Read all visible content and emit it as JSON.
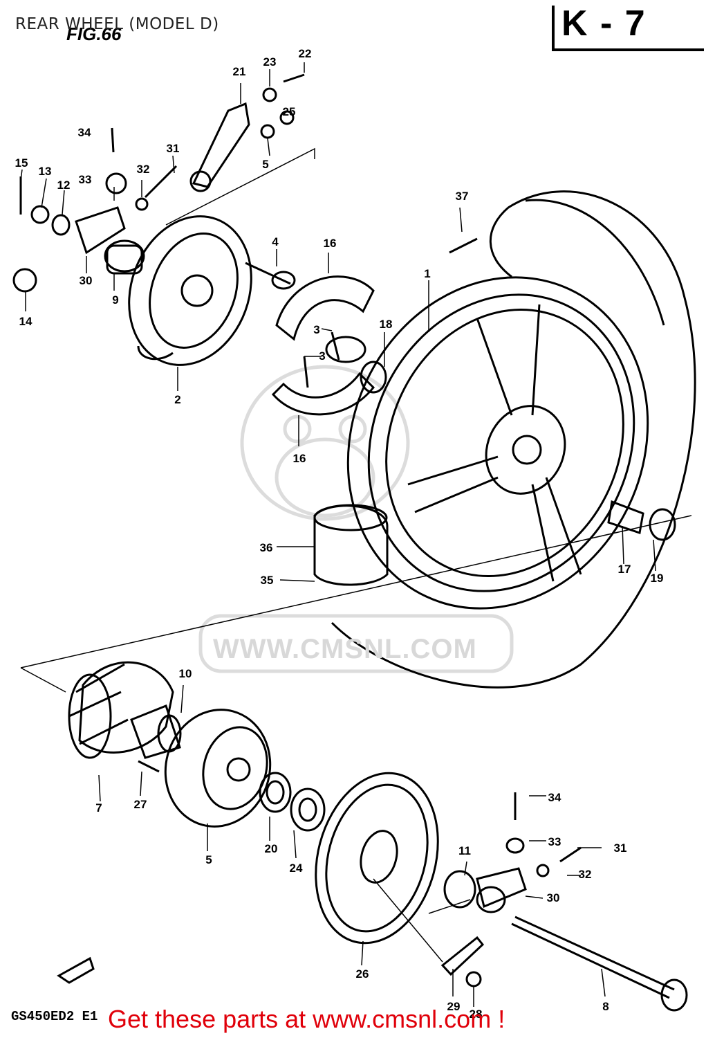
{
  "page_title": "REAR WHEEL (MODEL D)",
  "figure_label": "FIG.66",
  "section_code": "K - 7",
  "model_code": "GS450ED2 E1",
  "cta_text": "Get these parts at www.cmsnl.com !",
  "watermark_text": "WWW.CMSNL.COM",
  "part_numbers": {
    "n1": "1",
    "n2": "2",
    "n3a": "3",
    "n3b": "3",
    "n4": "4",
    "n5a": "5",
    "n5b": "5",
    "n7": "7",
    "n8": "8",
    "n9": "9",
    "n10": "10",
    "n11": "11",
    "n12": "12",
    "n13": "13",
    "n14": "14",
    "n15": "15",
    "n16a": "16",
    "n16b": "16",
    "n17": "17",
    "n18": "18",
    "n19": "19",
    "n20": "20",
    "n21": "21",
    "n22": "22",
    "n23": "23",
    "n24": "24",
    "n25": "25",
    "n26": "26",
    "n27": "27",
    "n28": "28",
    "n29": "29",
    "n30a": "30",
    "n30b": "30",
    "n31a": "31",
    "n31b": "31",
    "n32a": "32",
    "n32b": "32",
    "n33a": "33",
    "n33b": "33",
    "n34a": "34",
    "n34b": "34",
    "n35": "35",
    "n36": "36",
    "n37": "37"
  }
}
